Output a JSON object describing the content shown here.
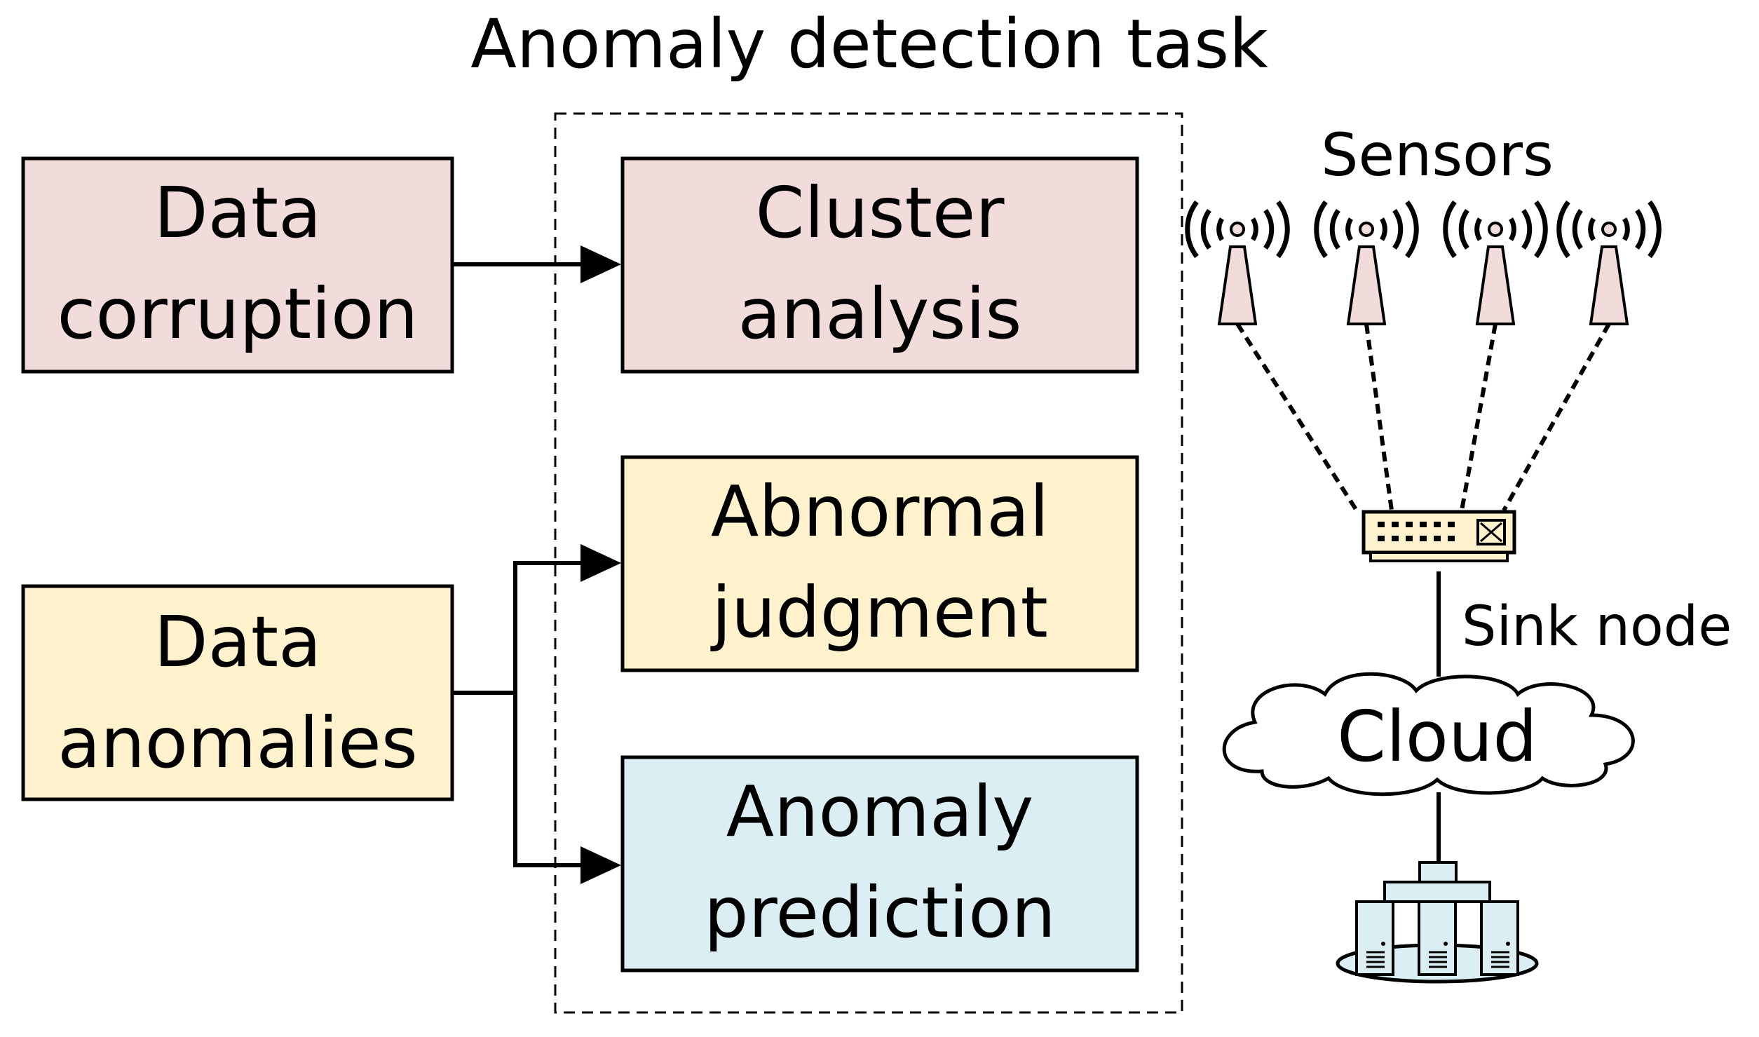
{
  "title": "Anomaly detection task",
  "sources": [
    {
      "line1": "Data",
      "line2": "corruption"
    },
    {
      "line1": "Data",
      "line2": "anomalies"
    }
  ],
  "tasks": [
    {
      "line1": "Cluster",
      "line2": "analysis"
    },
    {
      "line1": "Abnormal",
      "line2": "judgment"
    },
    {
      "line1": "Anomaly",
      "line2": "prediction"
    }
  ],
  "network": {
    "sensors_label": "Sensors",
    "sink_label": "Sink node",
    "cloud_label": "Cloud"
  },
  "colors": {
    "pink_fill": "#f2dcdb",
    "yellow_fill": "#fff2cc",
    "blue_fill": "#dbeef4",
    "stroke": "#000000"
  },
  "icons": [
    "antenna-icon",
    "network-switch-icon",
    "cloud-icon",
    "server-cluster-icon"
  ]
}
